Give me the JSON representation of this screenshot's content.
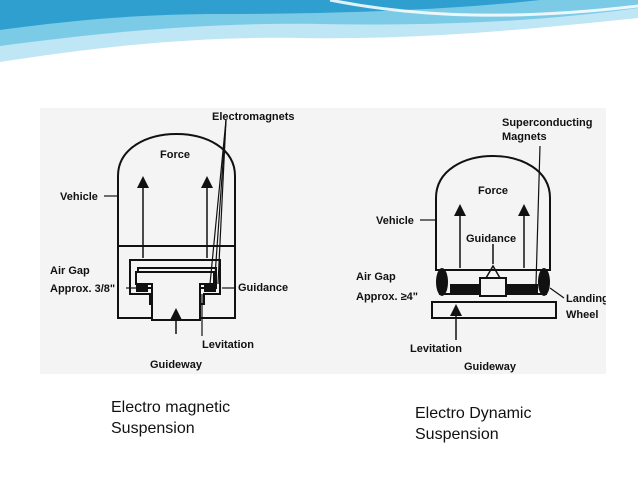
{
  "colors": {
    "wave_light": "#bfe6f4",
    "wave_mid": "#7ccbe6",
    "wave_dark": "#2f9fd0",
    "diagram_ink": "#111111",
    "diagram_bg": "#f4f4f4"
  },
  "em_diagram": {
    "electromagnets": "Electromagnets",
    "force": "Force",
    "vehicle": "Vehicle",
    "air_gap_line1": "Air Gap",
    "air_gap_line2": "Approx. 3/8\"",
    "guidance": "Guidance",
    "levitation": "Levitation",
    "guideway": "Guideway"
  },
  "eds_diagram": {
    "superconducting_line1": "Superconducting",
    "superconducting_line2": "Magnets",
    "force": "Force",
    "vehicle": "Vehicle",
    "guidance": "Guidance",
    "air_gap_line1": "Air Gap",
    "air_gap_line2": "Approx. ≥4\"",
    "landing_line1": "Landing",
    "landing_line2": "Wheel",
    "levitation": "Levitation",
    "guideway": "Guideway"
  },
  "captions": {
    "left_line1": "Electro magnetic",
    "left_line2": "Suspension",
    "right_line1": "Electro Dynamic",
    "right_line2": "Suspension"
  }
}
